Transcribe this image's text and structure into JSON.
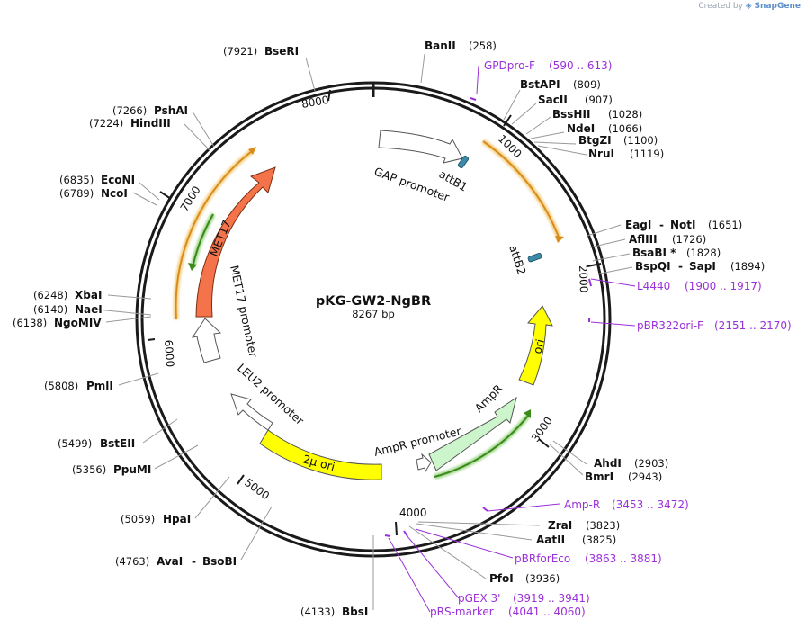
{
  "credit": {
    "prefix": "Created by",
    "brand": "SnapGene"
  },
  "plasmid": {
    "name": "pKG-GW2-NgBR",
    "length_label": "8267 bp"
  },
  "ticks": [
    "1000",
    "2000",
    "3000",
    "4000",
    "5000",
    "6000",
    "7000",
    "8000"
  ],
  "features": {
    "gap_promoter": "GAP promoter",
    "attb1": "attB1",
    "attb2": "attB2",
    "met17": "MET17",
    "met17_promoter": "MET17 promoter",
    "ori": "ori",
    "ampr": "AmpR",
    "ampr_promoter": "AmpR promoter",
    "two_mu_ori": "2µ ori",
    "leu2_promoter": "LEU2 promoter"
  },
  "sites": [
    {
      "pos": "(258)",
      "name": "BanII"
    },
    {
      "pos": "(809)",
      "name": "BstAPI"
    },
    {
      "pos": "(907)",
      "name": "SacII"
    },
    {
      "pos": "(1028)",
      "name": "BssHII"
    },
    {
      "pos": "(1066)",
      "name": "NdeI"
    },
    {
      "pos": "(1100)",
      "name": "BtgZI"
    },
    {
      "pos": "(1119)",
      "name": "NruI"
    },
    {
      "pos": "(1651)",
      "name": "EagI",
      "name2": "NotI"
    },
    {
      "pos": "(1726)",
      "name": "AflIII"
    },
    {
      "pos": "(1828)",
      "name": "BsaBI *"
    },
    {
      "pos": "(1894)",
      "name": "BspQI",
      "name2": "SapI"
    },
    {
      "pos": "(2903)",
      "name": "AhdI"
    },
    {
      "pos": "(2943)",
      "name": "BmrI"
    },
    {
      "pos": "(3823)",
      "name": "ZraI"
    },
    {
      "pos": "(3825)",
      "name": "AatII"
    },
    {
      "pos": "(3936)",
      "name": "PfoI"
    },
    {
      "pos": "(4133)",
      "name": "BbsI"
    },
    {
      "pos": "(4763)",
      "name": "AvaI",
      "name2": "BsoBI"
    },
    {
      "pos": "(5059)",
      "name": "HpaI"
    },
    {
      "pos": "(5356)",
      "name": "PpuMI"
    },
    {
      "pos": "(5499)",
      "name": "BstEII"
    },
    {
      "pos": "(5808)",
      "name": "PmlI"
    },
    {
      "pos": "(6138)",
      "name": "NgoMIV"
    },
    {
      "pos": "(6140)",
      "name": "NaeI"
    },
    {
      "pos": "(6248)",
      "name": "XbaI"
    },
    {
      "pos": "(6789)",
      "name": "NcoI"
    },
    {
      "pos": "(6835)",
      "name": "EcoNI"
    },
    {
      "pos": "(7224)",
      "name": "HindIII"
    },
    {
      "pos": "(7266)",
      "name": "PshAI"
    },
    {
      "pos": "(7921)",
      "name": "BseRI"
    }
  ],
  "primers": [
    {
      "name": "GPDpro-F",
      "range": "(590 .. 613)"
    },
    {
      "name": "L4440",
      "range": "(1900 .. 1917)"
    },
    {
      "name": "pBR322ori-F",
      "range": "(2151 .. 2170)"
    },
    {
      "name": "Amp-R",
      "range": "(3453 .. 3472)"
    },
    {
      "name": "pBRforEco",
      "range": "(3863 .. 3881)"
    },
    {
      "name": "pGEX 3'",
      "range": "(3919 .. 3941)"
    },
    {
      "name": "pRS-marker",
      "range": "(4041 .. 4060)"
    }
  ],
  "colors": {
    "backbone": "#1a1a1a",
    "primer": "#9b30d9",
    "met17": "#f5734a",
    "ori": "#ffff00",
    "two_mu_ori": "#ffff00",
    "ampr": "#ccf5cc",
    "orf_orange": "#d98c1a",
    "orf_green": "#3a8a1a",
    "att_site": "#3a8aa8"
  }
}
